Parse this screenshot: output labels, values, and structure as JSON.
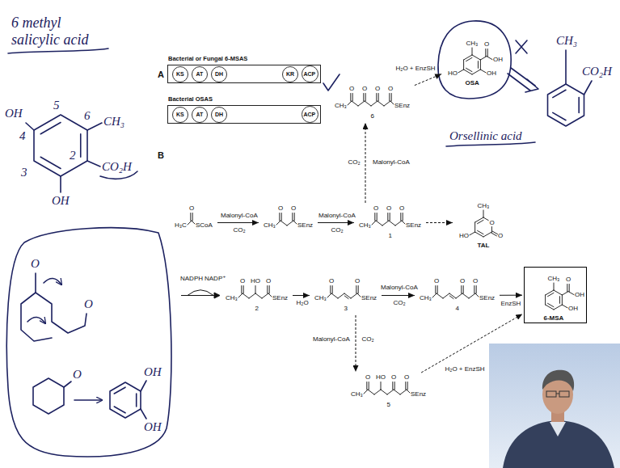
{
  "diagram": {
    "nodes": [
      {
        "text": [
          "Bacterial or Fungal 6-MSAS"
        ]
      },
      {
        "text": [
          "KS"
        ],
        "in": 0
      },
      {
        "text": [
          "AT"
        ],
        "in": 0
      },
      {
        "text": [
          "DH"
        ],
        "in": 0
      },
      {
        "text": [
          "KR"
        ],
        "in": 0
      },
      {
        "text": [
          "ACP"
        ],
        "in": 0
      },
      {
        "text": [
          "Bacterial OSAS"
        ]
      },
      {
        "text": [
          "KS"
        ],
        "in": 6
      },
      {
        "text": [
          "AT"
        ],
        "in": 6
      },
      {
        "text": [
          "DH"
        ],
        "in": 6
      },
      {
        "text": [
          "ACP"
        ],
        "in": 6
      },
      {
        "text": [
          "CH₃",
          "O",
          "O",
          "O",
          "O",
          "SEnz",
          "6"
        ]
      },
      {
        "text": [
          "CH₃",
          "O",
          "OH",
          "OH",
          "HO",
          "OSA"
        ]
      },
      {
        "text": [
          "H₃C",
          "O",
          "SCoA"
        ]
      },
      {
        "text": [
          "CH₃",
          "O",
          "O",
          "SEnz"
        ]
      },
      {
        "text": [
          "CH₃",
          "O",
          "O",
          "O",
          "SEnz",
          "1"
        ]
      },
      {
        "text": [
          "CH₃",
          "O",
          "O",
          "HO",
          "TAL"
        ]
      },
      {
        "text": [
          "CH₃",
          "O",
          "HO",
          "O",
          "SEnz",
          "2"
        ]
      },
      {
        "text": [
          "CH₃",
          "O",
          "O",
          "SEnz",
          "3"
        ]
      },
      {
        "text": [
          "CH₃",
          "O",
          "O",
          "O",
          "SEnz",
          "4"
        ]
      },
      {
        "text": [
          "CH₃",
          "O",
          "OH",
          "OH",
          "6-MSA"
        ]
      },
      {
        "text": [
          "CH₃",
          "O",
          "HO",
          "O",
          "O",
          "SEnz",
          "5"
        ]
      }
    ],
    "edges": [
      {
        "from": 13,
        "to": 14,
        "arrow": "to",
        "label": "Malonyl-CoA"
      },
      {
        "from": 14,
        "to": 15,
        "arrow": "to",
        "label": "Malonyl-CoA"
      },
      {
        "from": 15,
        "to": 16,
        "arrow": "to"
      },
      {
        "from": 15,
        "to": 11,
        "arrow": "to",
        "label": "Malonyl-CoA"
      },
      {
        "from": 11,
        "to": 12,
        "arrow": "to",
        "label": "H₂O + EnzSH"
      },
      {
        "from": 17,
        "to": 18,
        "arrow": "to",
        "label": "H₂O"
      },
      {
        "from": 18,
        "to": 19,
        "arrow": "to",
        "label": "Malonyl-CoA"
      },
      {
        "from": 19,
        "to": 20,
        "arrow": "to",
        "label": "EnzSH"
      },
      {
        "from": 18,
        "to": 21,
        "arrow": "to",
        "label": "Malonyl-CoA"
      },
      {
        "from": 21,
        "to": 20,
        "arrow": "to",
        "label": "H₂O + EnzSH"
      }
    ],
    "labels": [
      "6 methyl salicylic acid",
      "OH",
      "5",
      "6",
      "CH₃",
      "4",
      "2",
      "CO₂H",
      "3",
      "OH",
      "A",
      "B",
      "CO₂",
      "CO₂",
      "CO₂",
      "NADPH",
      "NADP⁺",
      "CO₂",
      "CO₂",
      "Orsellinic acid",
      "CH₃",
      "CO₂H",
      "O",
      "O",
      "O",
      "OH",
      "OH"
    ]
  }
}
